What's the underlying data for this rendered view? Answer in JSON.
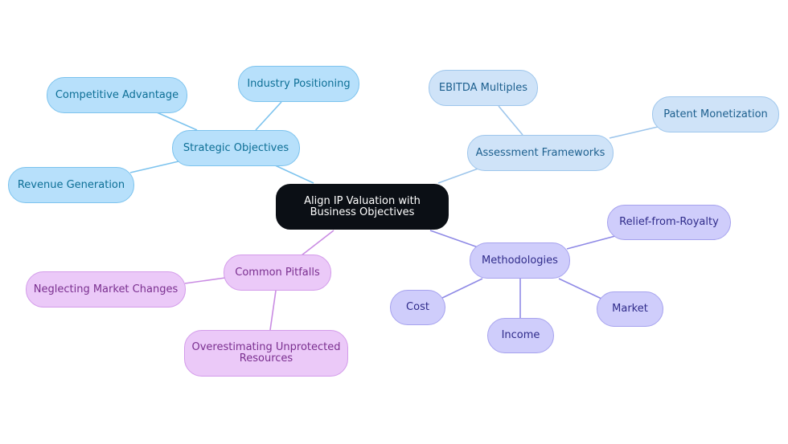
{
  "center": {
    "label": "Align IP Valuation with Business Objectives"
  },
  "branches": {
    "strategic": {
      "label": "Strategic Objectives",
      "children": [
        "Industry Positioning",
        "Competitive Advantage",
        "Revenue Generation"
      ]
    },
    "assessment": {
      "label": "Assessment Frameworks",
      "children": [
        "EBITDA Multiples",
        "Patent Monetization"
      ]
    },
    "methodologies": {
      "label": "Methodologies",
      "children": [
        "Relief-from-Royalty",
        "Cost",
        "Income",
        "Market"
      ]
    },
    "pitfalls": {
      "label": "Common Pitfalls",
      "children": [
        "Neglecting Market Changes",
        "Overestimating Unprotected Resources"
      ]
    }
  },
  "colors": {
    "center": "#0b0f15",
    "strategic": "#b7e0fb",
    "assessment": "#cfe3f8",
    "methodologies": "#cfcdfb",
    "pitfalls": "#ebc9f8"
  }
}
